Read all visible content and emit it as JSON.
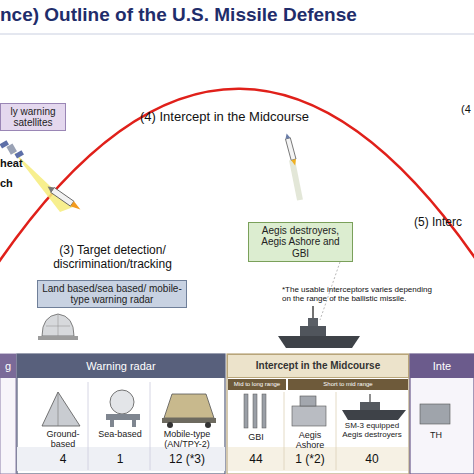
{
  "diagram": {
    "title": "nce) Outline of the U.S. Missile Defense",
    "nodes": [
      {
        "text": [
          "ly warning satellites"
        ]
      },
      {
        "text": [
          "Land based/sea based/ mobile-type warning radar"
        ]
      },
      {
        "text": [
          "Aegis destroyers, Aegis Ashore and GBI"
        ]
      },
      {
        "text": [
          "g"
        ]
      },
      {
        "text": [
          "Warning radar"
        ]
      },
      {
        "text": [
          "Intercept in the Midcourse"
        ]
      },
      {
        "text": [
          "Inte"
        ]
      }
    ],
    "labels": [
      "heat",
      "ch",
      "(4) Intercept in the Midcourse",
      "(3) Target detection/ discrimination/tracking",
      "*The usable interceptors varies depending on the range of the ballistic missile.",
      "(5) Interc",
      "(4",
      "Ground-based",
      "Sea-based",
      "Mobile-type (AN/TPY-2)",
      "4",
      "1",
      "12 (*3)",
      "Mid to long range",
      "Short to mid range",
      "GBI",
      "Aegis Ashore",
      "SM-3 equipped Aegis destroyers",
      "44",
      "1 (*2)",
      "40",
      "TH"
    ]
  }
}
